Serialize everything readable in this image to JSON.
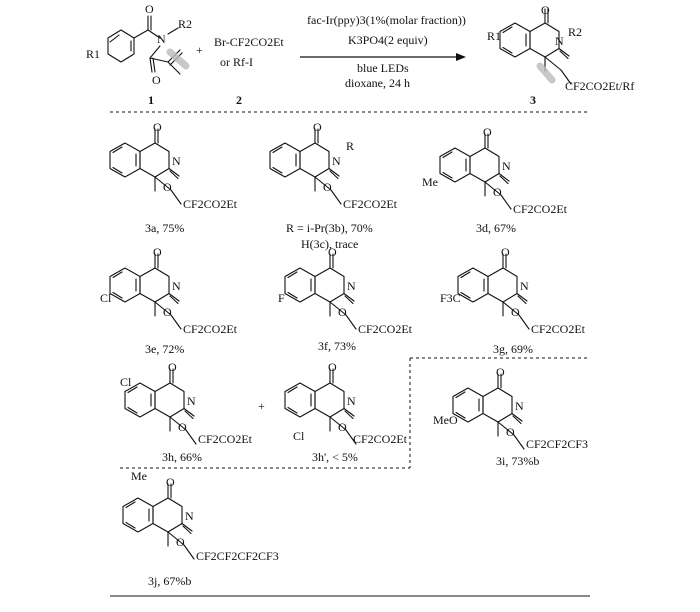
{
  "reaction": {
    "reagent_1": "1",
    "reagent_2": "2",
    "plus": "+",
    "reagent_2_line1": "Br-CF2CO2Et",
    "reagent_2_line2": "or Rf-I",
    "conditions_above_1": "fac-Ir(ppy)3(1%(molar fraction))",
    "conditions_above_2": "K3PO4(2 equiv)",
    "conditions_below_1": "blue LEDs",
    "conditions_below_2": "dioxane, 24 h",
    "product": "3",
    "sub_R1": "R1",
    "sub_R2": "R2",
    "product_side_chain": "CF2CO2Et/Rf"
  },
  "products": [
    {
      "id": "3a",
      "caption": "3a, 75%",
      "chain": "CF2CO2Et"
    },
    {
      "id": "3b3c",
      "caption_1": "R = i-Pr(3b), 70%",
      "caption_2": "H(3c), trace",
      "chain": "CF2CO2Et",
      "r_label": "R"
    },
    {
      "id": "3d",
      "caption": "3d, 67%",
      "chain": "CF2CO2Et",
      "subst": "Me"
    },
    {
      "id": "3e",
      "caption": "3e, 72%",
      "chain": "CF2CO2Et",
      "subst": "Cl"
    },
    {
      "id": "3f",
      "caption": "3f, 73%",
      "chain": "CF2CO2Et",
      "subst": "F"
    },
    {
      "id": "3g",
      "caption": "3g, 69%",
      "chain": "CF2CO2Et",
      "subst": "F3C"
    },
    {
      "id": "3h",
      "caption": "3h, 66%",
      "chain": "CF2CO2Et",
      "subst": "Cl"
    },
    {
      "id": "3h'",
      "caption": "3h', < 5%",
      "chain": "CF2CO2Et",
      "subst": "Cl"
    },
    {
      "id": "3i",
      "caption": "3i, 73%b",
      "chain": "CF2CF2CF3",
      "subst": "MeO"
    },
    {
      "id": "3j",
      "caption": "3j, 67%b",
      "chain": "CF2CF2CF2CF3",
      "subst": "Me"
    }
  ],
  "atoms": {
    "O": "O",
    "N": "N"
  }
}
